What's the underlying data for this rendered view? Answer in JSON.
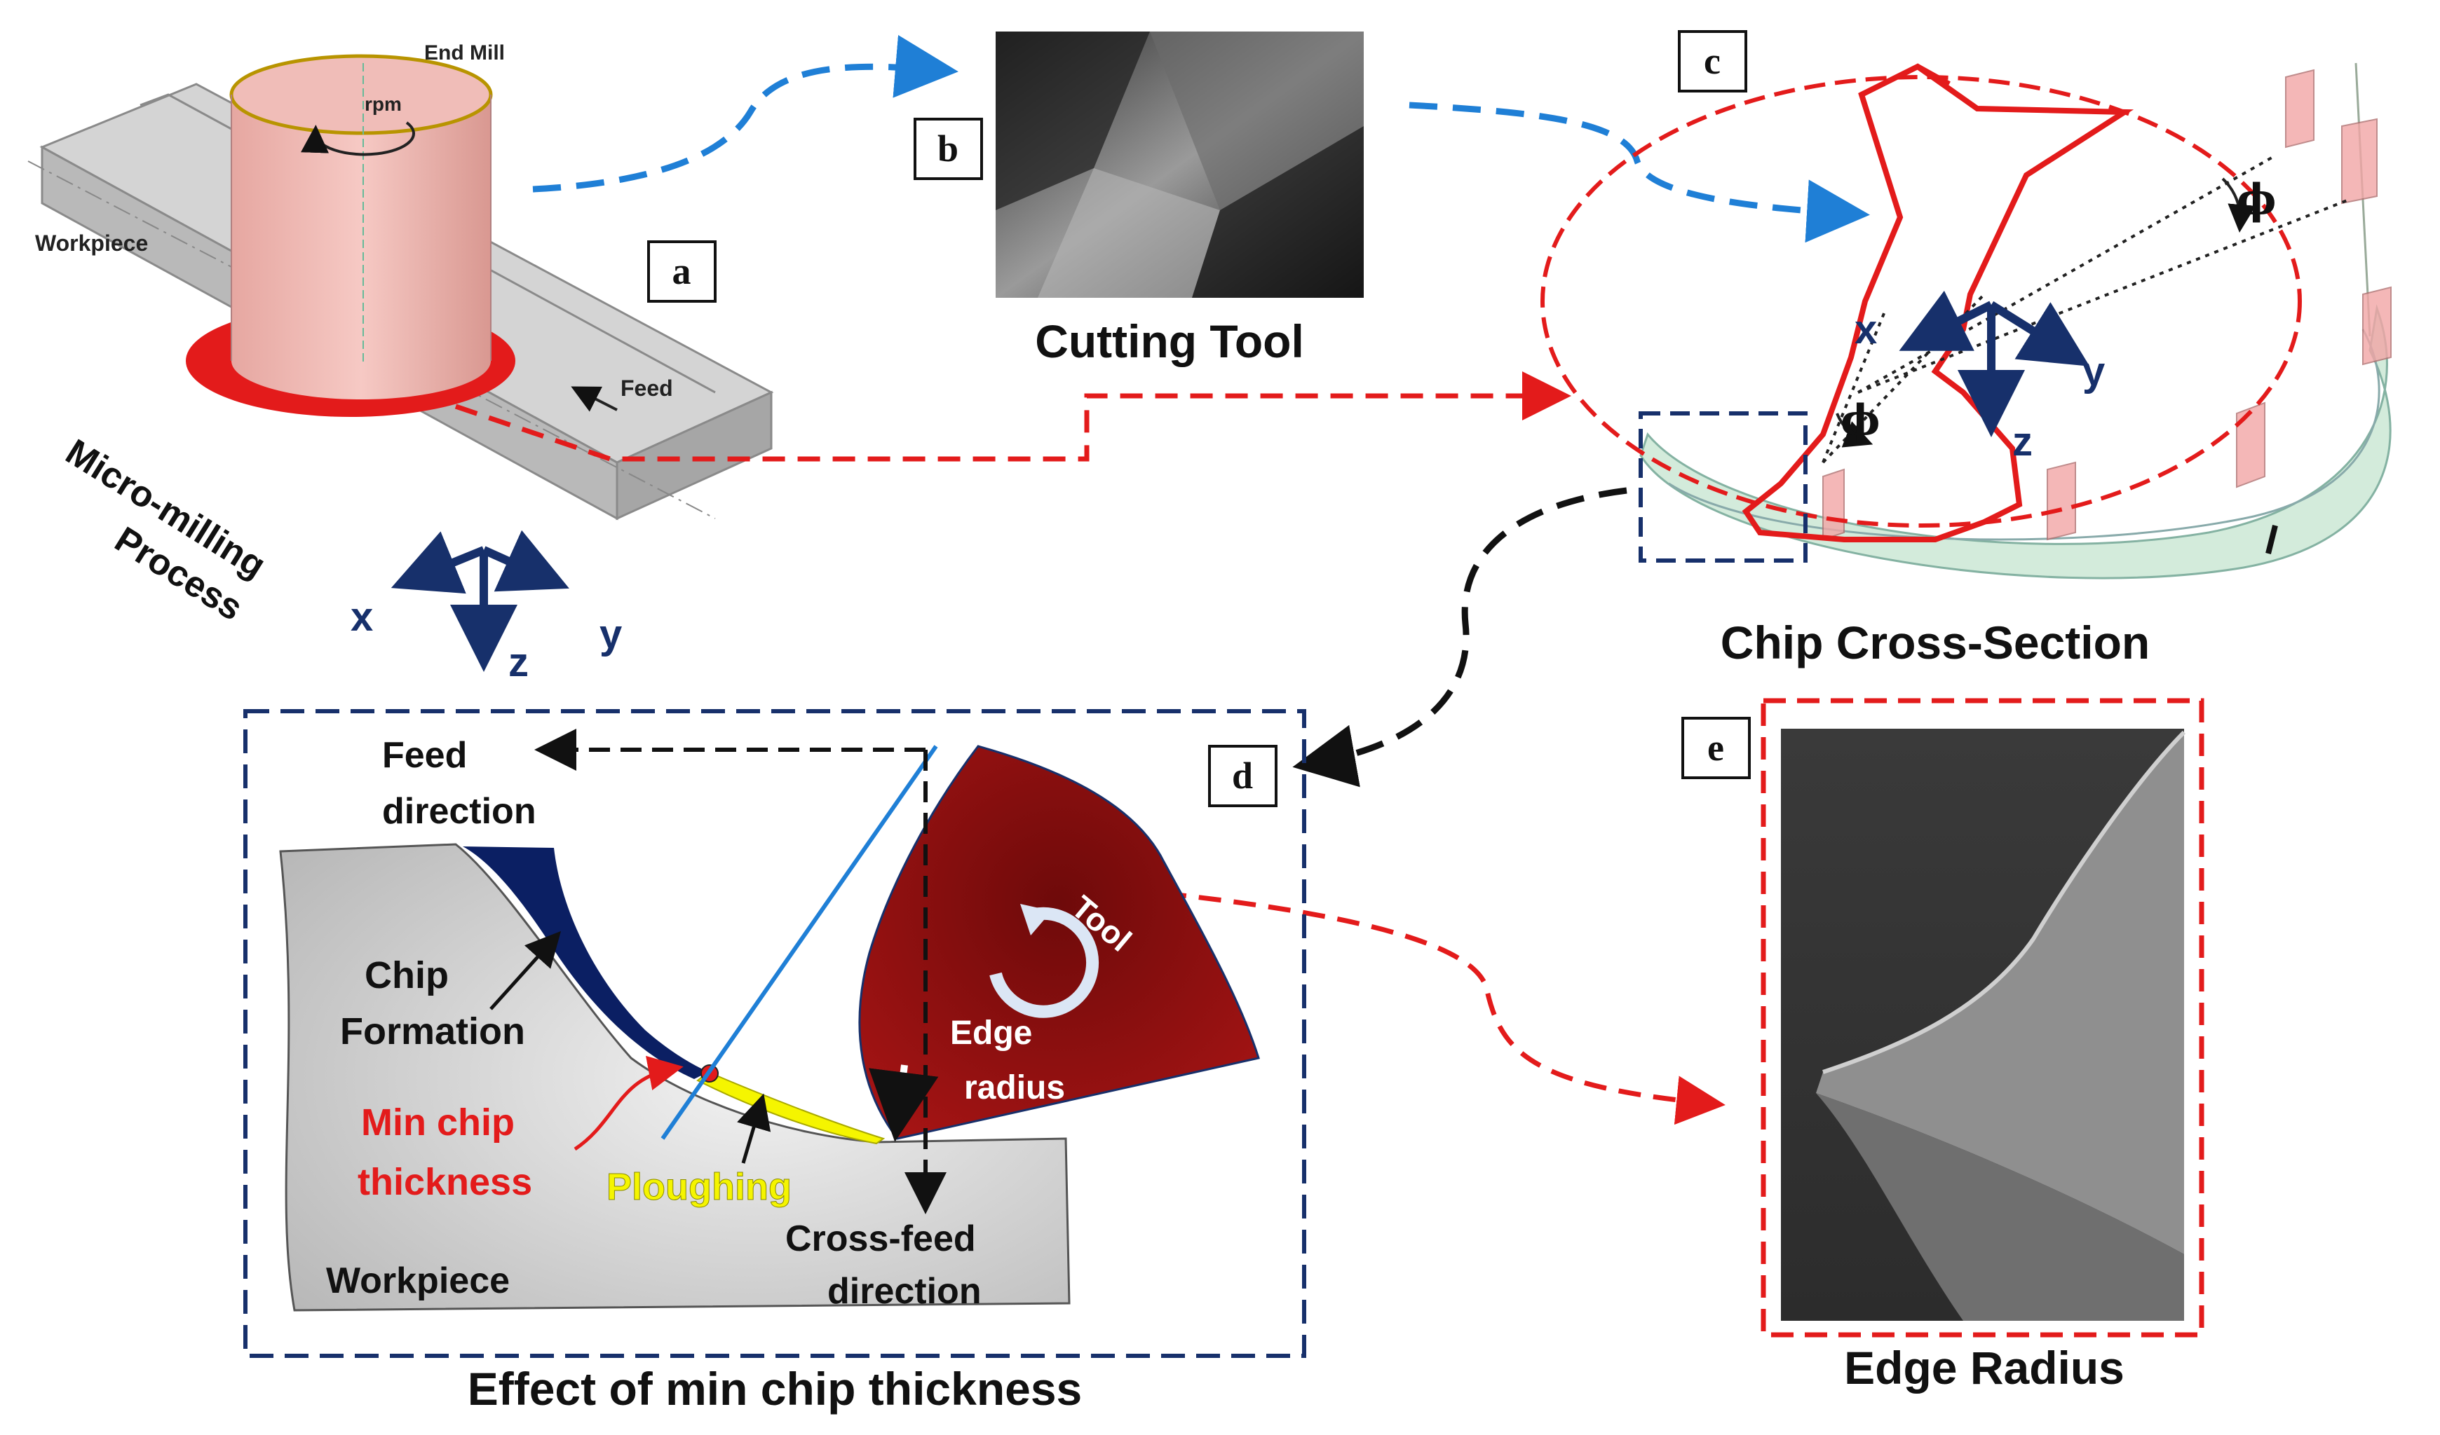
{
  "panels": {
    "a": {
      "letter": "a",
      "end_mill": "End Mill",
      "rpm": "rpm",
      "workpiece": "Workpiece",
      "feed": "Feed",
      "process_line1": "Micro-milling",
      "process_line2": "Process",
      "axis_x": "x",
      "axis_y": "y",
      "axis_z": "z"
    },
    "b": {
      "letter": "b",
      "caption": "Cutting Tool"
    },
    "c": {
      "letter": "c",
      "caption": "Chip Cross-Section",
      "phi": "ϕ",
      "axis_x": "x",
      "axis_y": "y",
      "axis_z": "z"
    },
    "d": {
      "letter": "d",
      "feed_dir_line1": "Feed",
      "feed_dir_line2": "direction",
      "chip_line1": "Chip",
      "chip_line2": "Formation",
      "min_chip_line1": "Min chip",
      "min_chip_line2": "thickness",
      "ploughing": "Ploughing",
      "workpiece": "Workpiece",
      "cross_feed_line1": "Cross-feed",
      "cross_feed_line2": "direction",
      "tool": "Tool",
      "edge_line1": "Edge",
      "edge_line2": "radius",
      "caption": "Effect of min chip thickness"
    },
    "e": {
      "letter": "e",
      "caption": "Edge Radius"
    }
  },
  "colors": {
    "red": "#e31b1b",
    "blue_dash": "#1f7fd6",
    "navy": "#17306b",
    "chip_navy": "#0b1f63",
    "tool_red": "#8e0f0f",
    "ploughing_yellow": "#f5f500",
    "tool_pink": "#f2b7b2",
    "grey": "#c9c9c9"
  }
}
